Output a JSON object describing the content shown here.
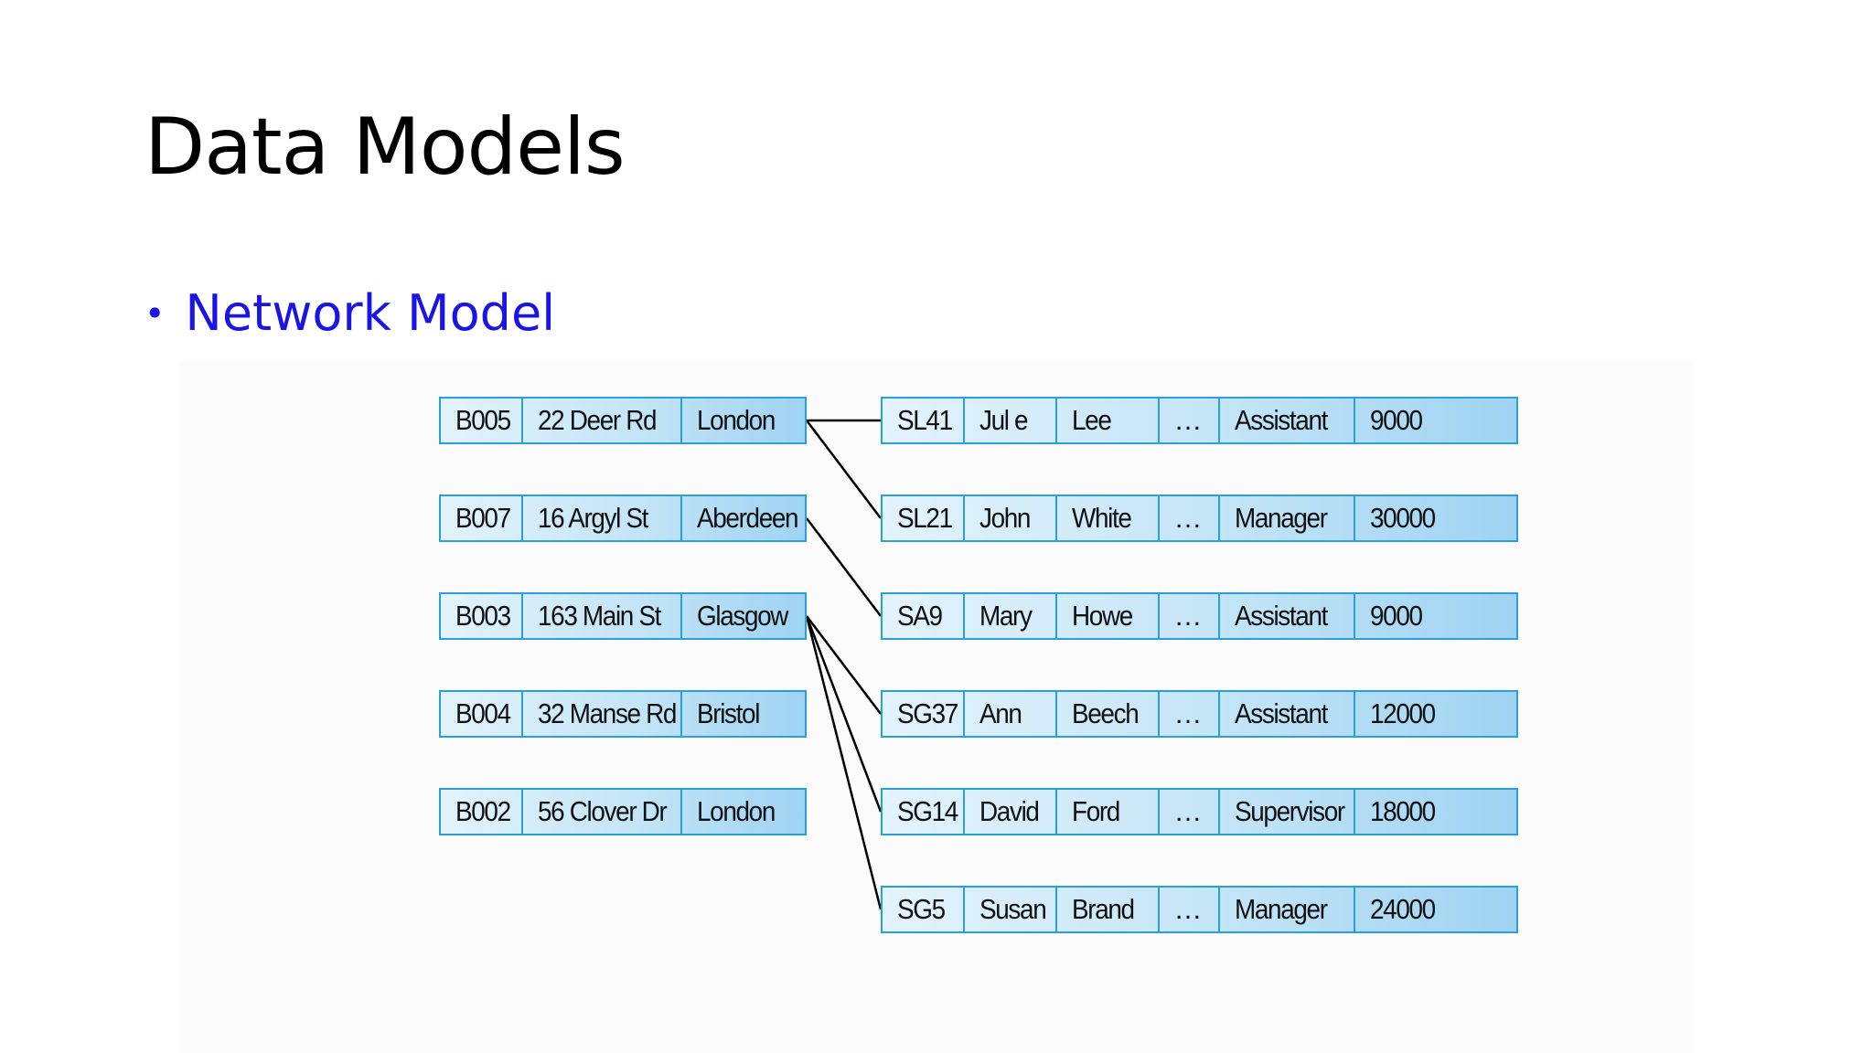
{
  "slide": {
    "title": "Data Models",
    "bullet": "Network Model"
  },
  "colors": {
    "bullet_text": "#1a14e6",
    "record_border": "#2b9fdc",
    "record_fill": "#c3e4f7",
    "link_line": "#000000"
  },
  "branches": [
    {
      "id": "B005",
      "street": "22 Deer Rd",
      "city": "London"
    },
    {
      "id": "B007",
      "street": "16 Argyl  St",
      "city": "Aberdeen"
    },
    {
      "id": "B003",
      "street": "163 Main St",
      "city": "Glasgow"
    },
    {
      "id": "B004",
      "street": "32 Manse Rd",
      "city": "Bristol"
    },
    {
      "id": "B002",
      "street": "56 Clover Dr",
      "city": "London"
    }
  ],
  "staff": [
    {
      "id": "SL41",
      "first": "Jul e",
      "last": "Lee",
      "more": "…",
      "position": "Assistant",
      "salary": "9000"
    },
    {
      "id": "SL21",
      "first": "John",
      "last": "White",
      "more": "…",
      "position": "Manager",
      "salary": "30000"
    },
    {
      "id": "SA9",
      "first": "Mary",
      "last": "Howe",
      "more": "…",
      "position": "Assistant",
      "salary": "9000"
    },
    {
      "id": "SG37",
      "first": "Ann",
      "last": "Beech",
      "more": "…",
      "position": "Assistant",
      "salary": "12000"
    },
    {
      "id": "SG14",
      "first": "David",
      "last": "Ford",
      "more": "…",
      "position": "Supervisor",
      "salary": "18000"
    },
    {
      "id": "SG5",
      "first": "Susan",
      "last": "Brand",
      "more": "…",
      "position": "Manager",
      "salary": "24000"
    }
  ],
  "links": [
    {
      "from": 0,
      "to": 0
    },
    {
      "from": 0,
      "to": 1
    },
    {
      "from": 1,
      "to": 2
    },
    {
      "from": 2,
      "to": 3
    },
    {
      "from": 2,
      "to": 4
    },
    {
      "from": 2,
      "to": 5
    }
  ]
}
